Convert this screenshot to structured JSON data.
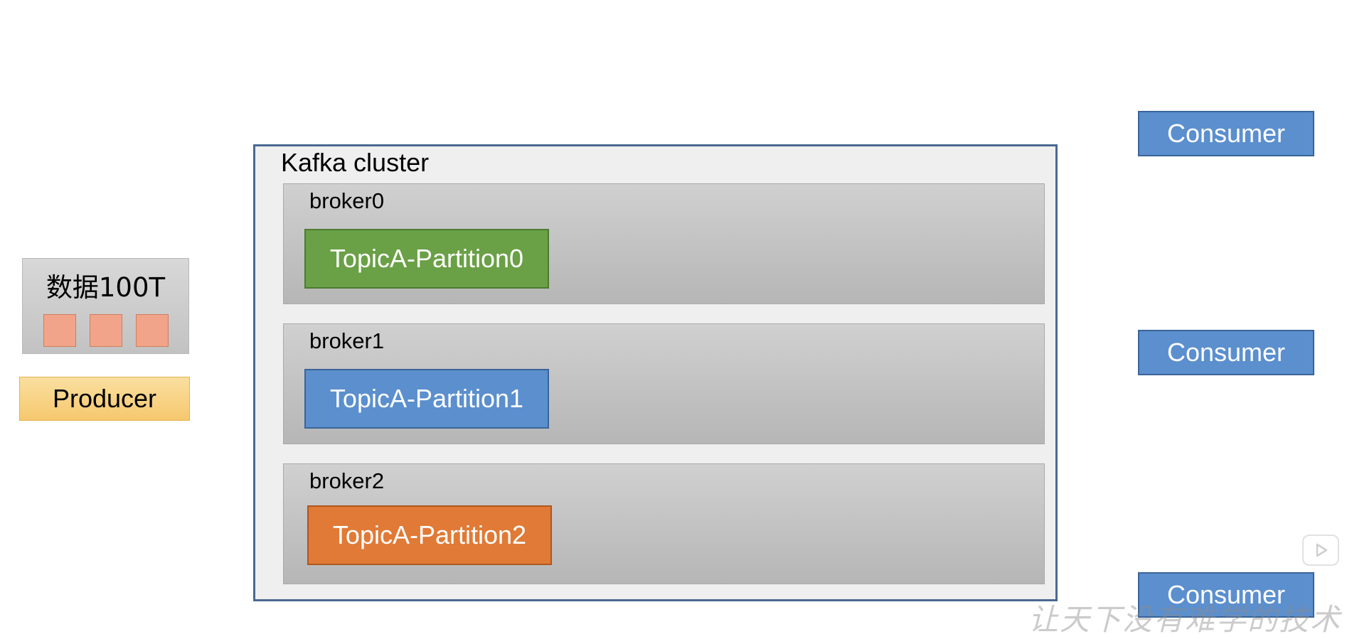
{
  "data_source": {
    "label": "数据100T",
    "block_count": 3
  },
  "producer": {
    "label": "Producer"
  },
  "cluster": {
    "title": "Kafka cluster",
    "brokers": [
      {
        "label": "broker0",
        "partition": "TopicA-Partition0"
      },
      {
        "label": "broker1",
        "partition": "TopicA-Partition1"
      },
      {
        "label": "broker2",
        "partition": "TopicA-Partition2"
      }
    ]
  },
  "consumers": [
    {
      "label": "Consumer"
    },
    {
      "label": "Consumer"
    },
    {
      "label": "Consumer"
    }
  ],
  "colors": {
    "partition0": "#6aa046",
    "partition1": "#5b8fce",
    "partition2": "#e07a36",
    "consumer": "#5b8fce",
    "producer": "#f8d488",
    "data_block": "#f1a489"
  },
  "icons": {
    "play": "play-icon"
  },
  "watermark": "让天下没有难学的技术"
}
